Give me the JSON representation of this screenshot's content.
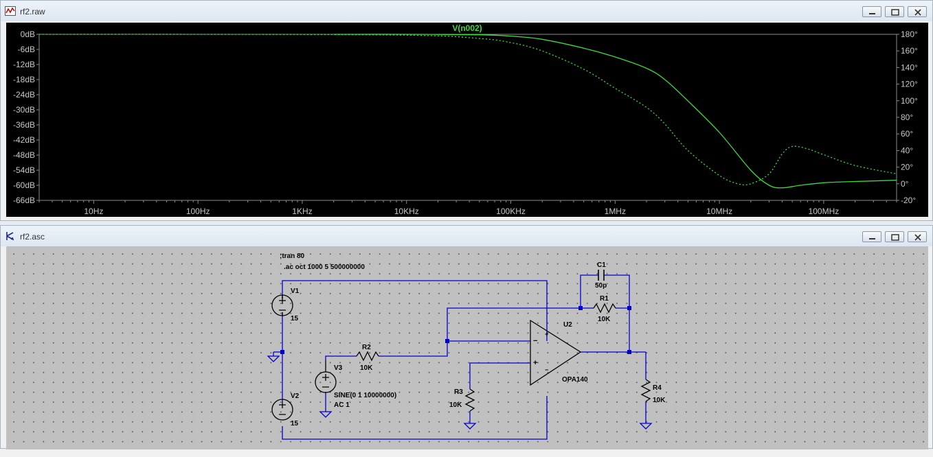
{
  "plot_window": {
    "title": "rf2.raw",
    "trace_name": "V(n002)",
    "colors": {
      "background": "#000000",
      "trace": "#3cdc3c",
      "axis_text": "#c8c8c8"
    },
    "chart_data": {
      "type": "line",
      "title": "V(n002)",
      "x_scale": "log",
      "xlim": [
        3,
        500000000
      ],
      "x_ticks": [
        "10Hz",
        "100Hz",
        "1KHz",
        "10KHz",
        "100KHz",
        "1MHz",
        "10MHz",
        "100MHz"
      ],
      "x_tick_values": [
        10,
        100,
        1000,
        10000,
        100000,
        1000000,
        10000000,
        100000000
      ],
      "y_left_ticks": [
        "0dB",
        "-6dB",
        "-12dB",
        "-18dB",
        "-24dB",
        "-30dB",
        "-36dB",
        "-42dB",
        "-48dB",
        "-54dB",
        "-60dB",
        "-66dB"
      ],
      "ylim_left": [
        -66,
        0
      ],
      "y_right_ticks": [
        "180°",
        "160°",
        "140°",
        "120°",
        "100°",
        "80°",
        "60°",
        "40°",
        "20°",
        "0°",
        "-20°"
      ],
      "ylim_right": [
        -20,
        180
      ],
      "series": [
        {
          "quantity": "magnitude_dB",
          "style": "solid",
          "x": [
            2000,
            10000,
            50000,
            100000,
            200000,
            500000,
            1000000,
            2000000,
            3000000,
            5000000,
            10000000,
            20000000,
            30000000,
            40000000,
            60000000,
            100000000,
            200000000,
            500000000
          ],
          "y": [
            0,
            0,
            -0.2,
            -0.7,
            -2,
            -5.5,
            -9,
            -13.5,
            -18,
            -26.5,
            -39,
            -54,
            -60,
            -61,
            -60,
            -59,
            -58.5,
            -58
          ]
        },
        {
          "quantity": "phase_deg",
          "style": "dotted",
          "x": [
            3,
            100,
            10000,
            50000,
            100000,
            200000,
            500000,
            1000000,
            2000000,
            3000000,
            5000000,
            10000000,
            15000000,
            20000000,
            30000000,
            40000000,
            50000000,
            70000000,
            100000000,
            200000000,
            500000000
          ],
          "y": [
            180,
            180,
            179,
            175,
            170,
            160,
            138,
            115,
            92,
            72,
            40,
            10,
            0,
            0,
            12,
            36,
            45,
            42,
            35,
            22,
            12
          ]
        }
      ]
    }
  },
  "schematic_window": {
    "title": "rf2.asc",
    "colors": {
      "background": "#c0c0c0",
      "wire": "#0000cc",
      "component": "#000000"
    },
    "directives": [
      ";tran 80",
      ".ac oct 1000 5 500000000"
    ],
    "components": {
      "V1": {
        "name": "V1",
        "value": "15"
      },
      "V2": {
        "name": "V2",
        "value": "15"
      },
      "V3": {
        "name": "V3",
        "value_line1": "SINE(0 1 10000000)",
        "value_line2": "AC 1"
      },
      "R1": {
        "name": "R1",
        "value": "10K"
      },
      "R2": {
        "name": "R2",
        "value": "10K"
      },
      "R3": {
        "name": "R3",
        "value": "10K"
      },
      "R4": {
        "name": "R4",
        "value": "10K"
      },
      "C1": {
        "name": "C1",
        "value": "50p"
      },
      "U2": {
        "name": "U2",
        "value": "OPA140"
      }
    },
    "pin_marks": {
      "minus": "−",
      "plus": "+"
    }
  }
}
